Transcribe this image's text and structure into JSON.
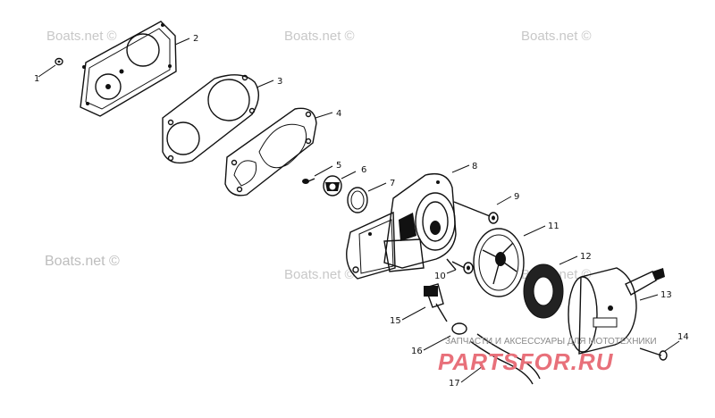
{
  "watermarks": {
    "top_left": "Boats.net ©",
    "top_center": "Boats.net ©",
    "top_right": "Boats.net ©",
    "mid_left": "Boats.net ©",
    "mid_center": "Boats.net ©",
    "mid_right": "Boats.net ©"
  },
  "brand": {
    "subtitle": "ЗАПЧАСТИ И АКСЕССУАРЫ ДЛЯ МОТОТЕХНИКИ",
    "logo_text": "PARTSFOR.RU",
    "color": "#e8707a"
  },
  "callouts": [
    "1",
    "2",
    "3",
    "4",
    "5",
    "6",
    "7",
    "8",
    "9",
    "10",
    "11",
    "12",
    "13",
    "14",
    "15",
    "16",
    "17"
  ]
}
